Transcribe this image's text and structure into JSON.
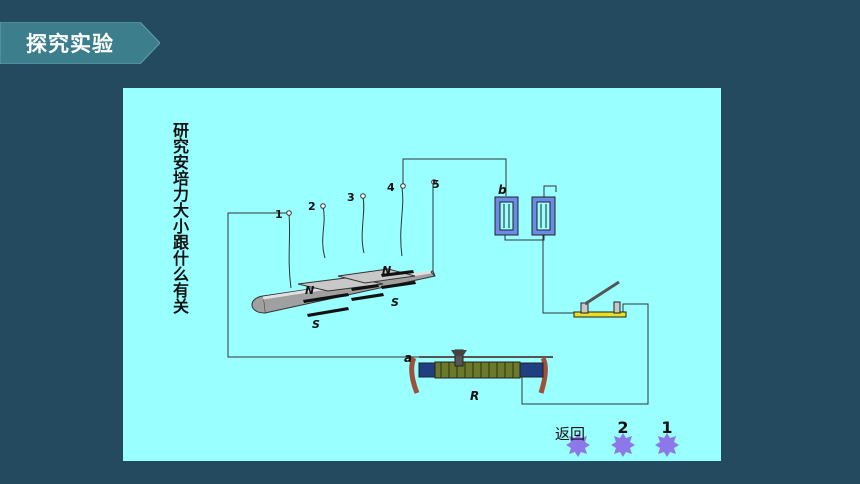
{
  "header": {
    "title": "探究实验"
  },
  "slide": {
    "vertical_title": "研究安培力大小跟什么有关",
    "diagram": {
      "terminals": [
        "1",
        "2",
        "3",
        "4",
        "5"
      ],
      "pole_labels": {
        "north": "N",
        "south": "S"
      },
      "point_a": "a",
      "point_b": "b",
      "rheostat": "R"
    },
    "nav": {
      "back_label": "返回",
      "btn_2": "2",
      "btn_1": "1"
    }
  },
  "colors": {
    "background": "#234a5e",
    "stage": "#99ffff",
    "battery": "#6a8ce8",
    "switch_base": "#e8e020",
    "nav_star": "#8c78e8"
  }
}
